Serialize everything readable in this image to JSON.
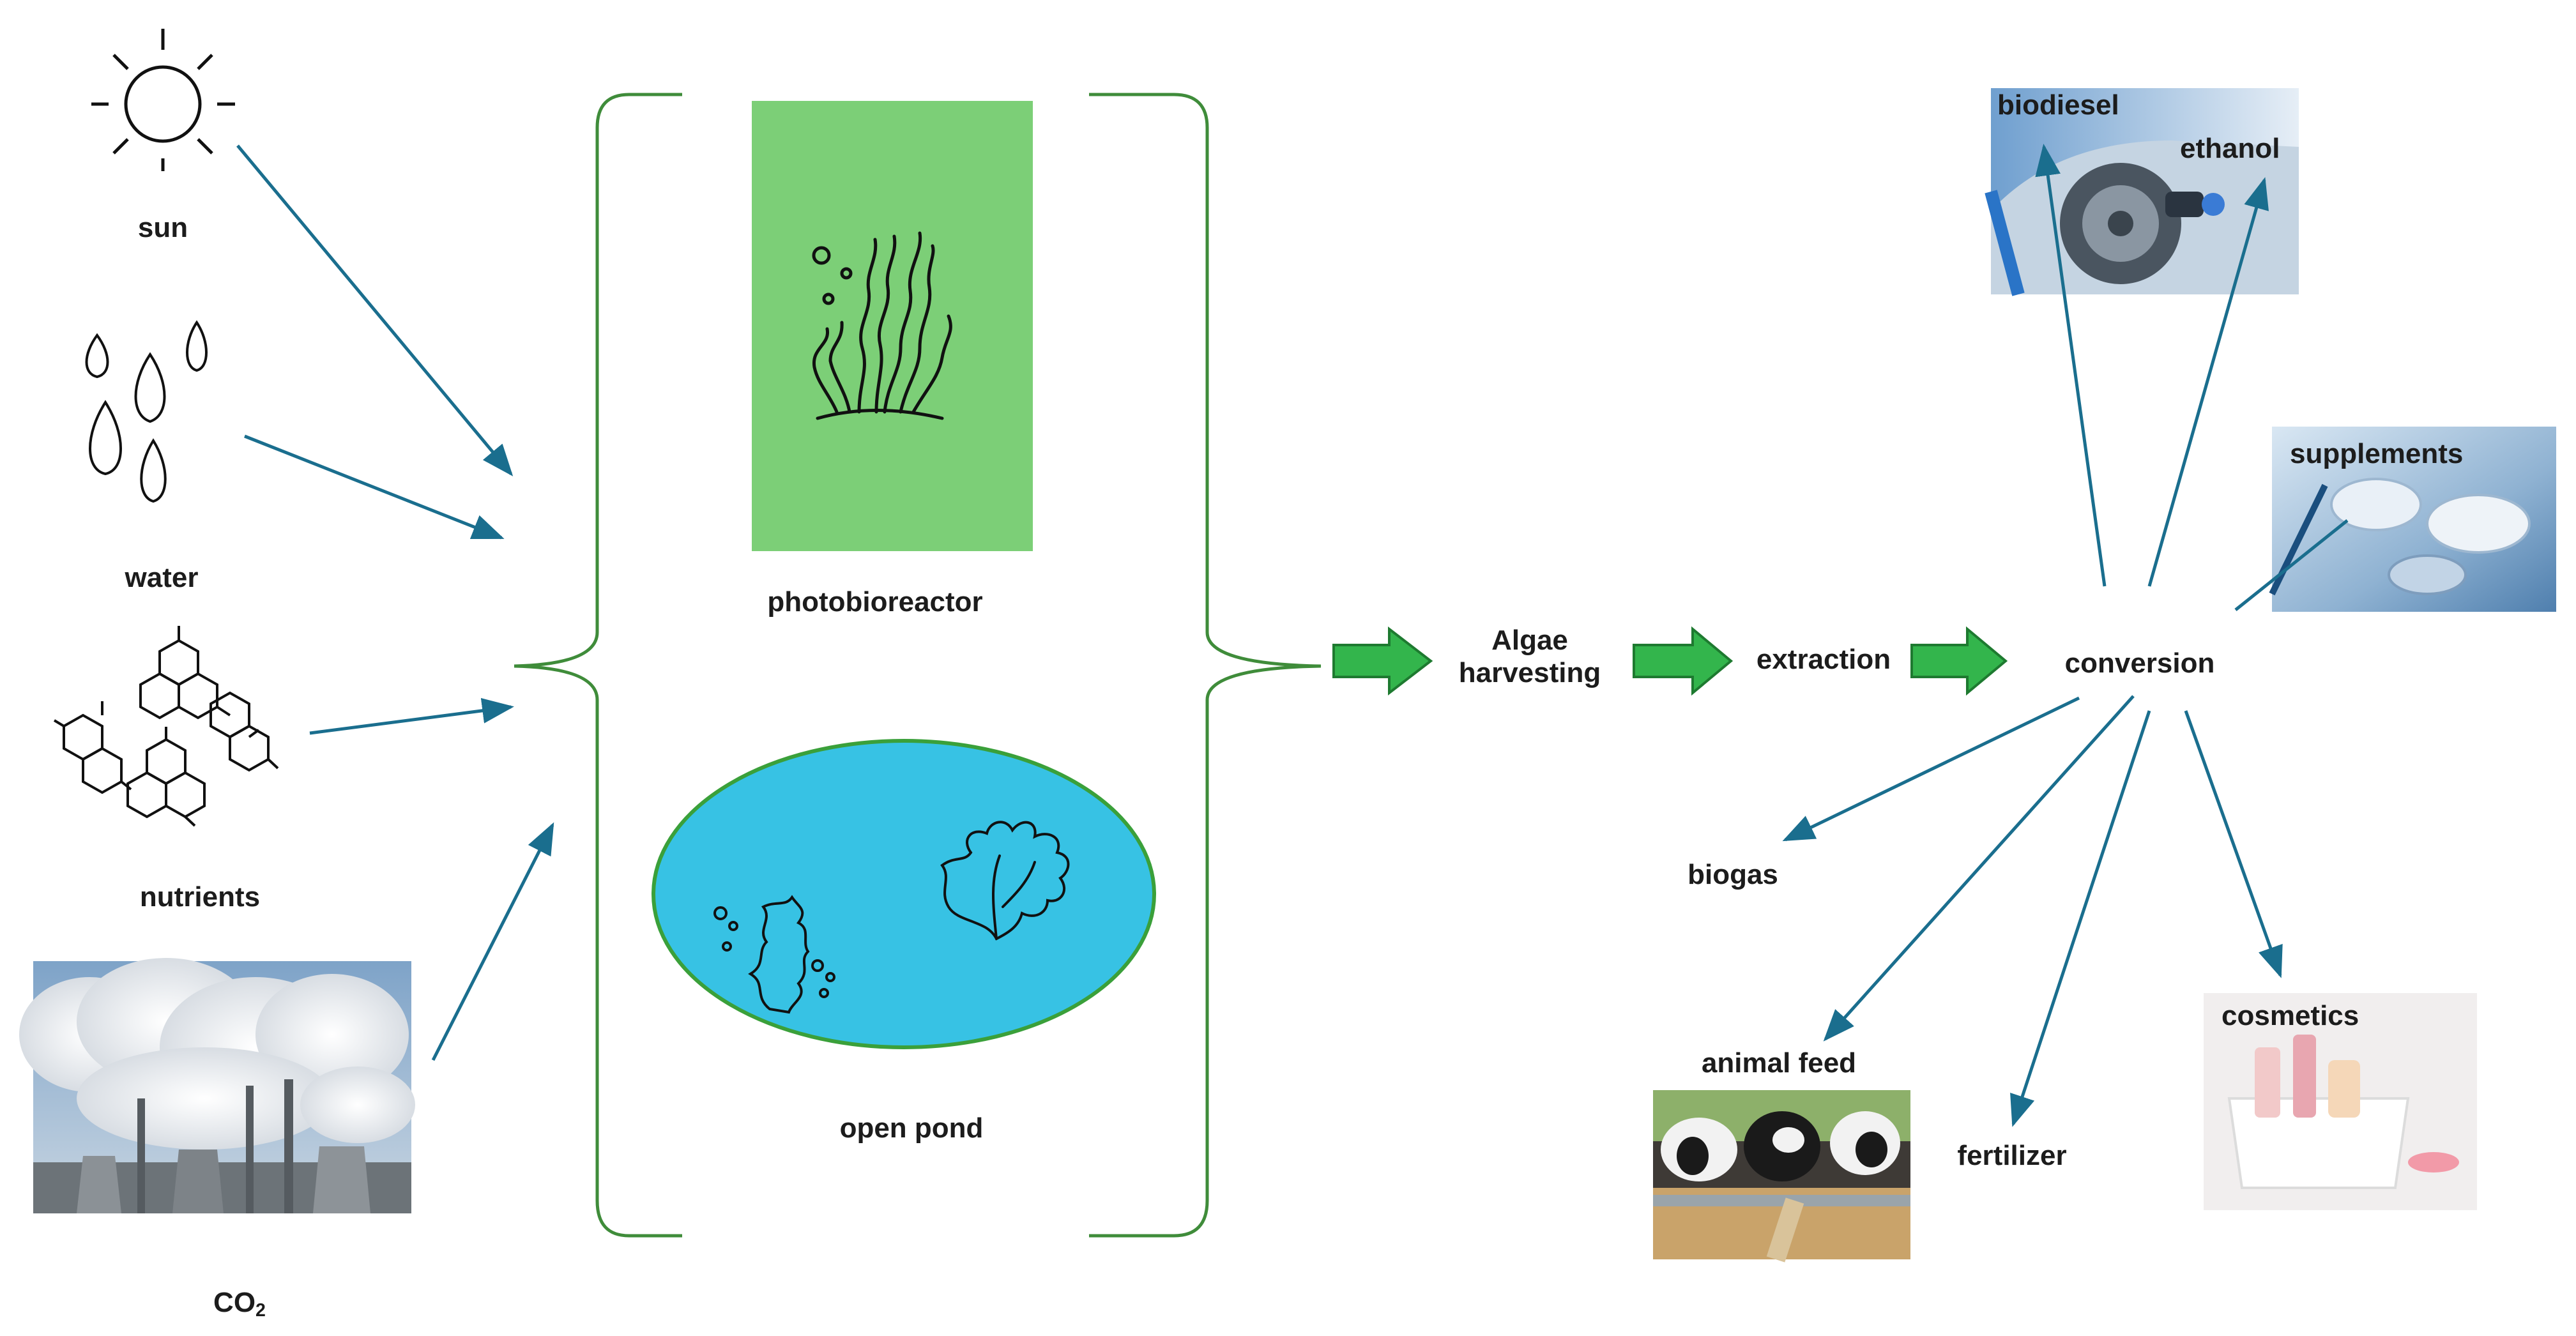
{
  "inputs": {
    "sun": "sun",
    "water": "water",
    "nutrients": "nutrients",
    "co2_main": "CO",
    "co2_sub": "2"
  },
  "cultivation": {
    "photobioreactor": "photobioreactor",
    "open_pond": "open pond"
  },
  "process": {
    "harvesting_line1": "Algae",
    "harvesting_line2": "harvesting",
    "extraction": "extraction",
    "conversion": "conversion"
  },
  "products": {
    "biodiesel": "biodiesel",
    "ethanol": "ethanol",
    "supplements": "supplements",
    "biogas": "biogas",
    "animal_feed": "animal feed",
    "fertilizer": "fertilizer",
    "cosmetics": "cosmetics"
  },
  "colors": {
    "arrow": "#1a6e8e",
    "process_arrow_fill": "#33b54c",
    "process_arrow_stroke": "#1e7a30",
    "bracket": "#3f8c3a",
    "reactor_fill": "#7ccf77",
    "pond_fill": "#37c2e4",
    "pond_stroke": "#3aa03a",
    "text": "#1c1c1c"
  }
}
